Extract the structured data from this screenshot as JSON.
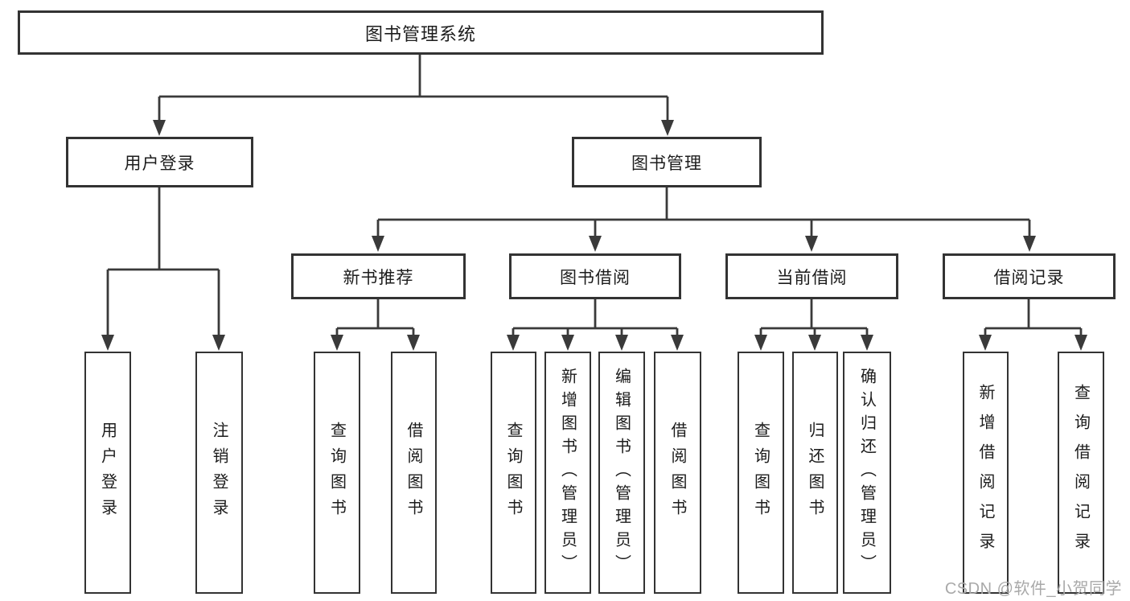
{
  "nodes": {
    "root": {
      "label": "图书管理系统"
    },
    "level2": [
      {
        "id": "user-login",
        "label": "用户登录"
      },
      {
        "id": "book-management",
        "label": "图书管理"
      }
    ],
    "level3": [
      {
        "id": "new-book-recommend",
        "label": "新书推荐"
      },
      {
        "id": "book-borrowing",
        "label": "图书借阅"
      },
      {
        "id": "current-borrowing",
        "label": "当前借阅"
      },
      {
        "id": "borrowing-records",
        "label": "借阅记录"
      }
    ],
    "leaves": [
      {
        "id": "user-login-leaf",
        "label": "用户登录"
      },
      {
        "id": "logout",
        "label": "注销登录"
      },
      {
        "id": "query-books-1",
        "label": "查询图书"
      },
      {
        "id": "borrow-books-1",
        "label": "借阅图书"
      },
      {
        "id": "query-books-2",
        "label": "查询图书"
      },
      {
        "id": "add-books-admin",
        "label": "新增图书（管理员）"
      },
      {
        "id": "edit-books-admin",
        "label": "编辑图书（管理员）"
      },
      {
        "id": "borrow-books-2",
        "label": "借阅图书"
      },
      {
        "id": "query-books-3",
        "label": "查询图书"
      },
      {
        "id": "return-books",
        "label": "归还图书"
      },
      {
        "id": "confirm-return-admin",
        "label": "确认归还（管理员）"
      },
      {
        "id": "add-borrow-record",
        "label": "新增借阅记录"
      },
      {
        "id": "query-borrow-record",
        "label": "查询借阅记录"
      }
    ]
  },
  "watermark": "CSDN @软件_小贺同学",
  "colors": {
    "line": "#3a3a3a",
    "box_border": "#333333",
    "text": "#1c1c1c",
    "watermark": "#a9a9a9",
    "background": "#ffffff"
  }
}
